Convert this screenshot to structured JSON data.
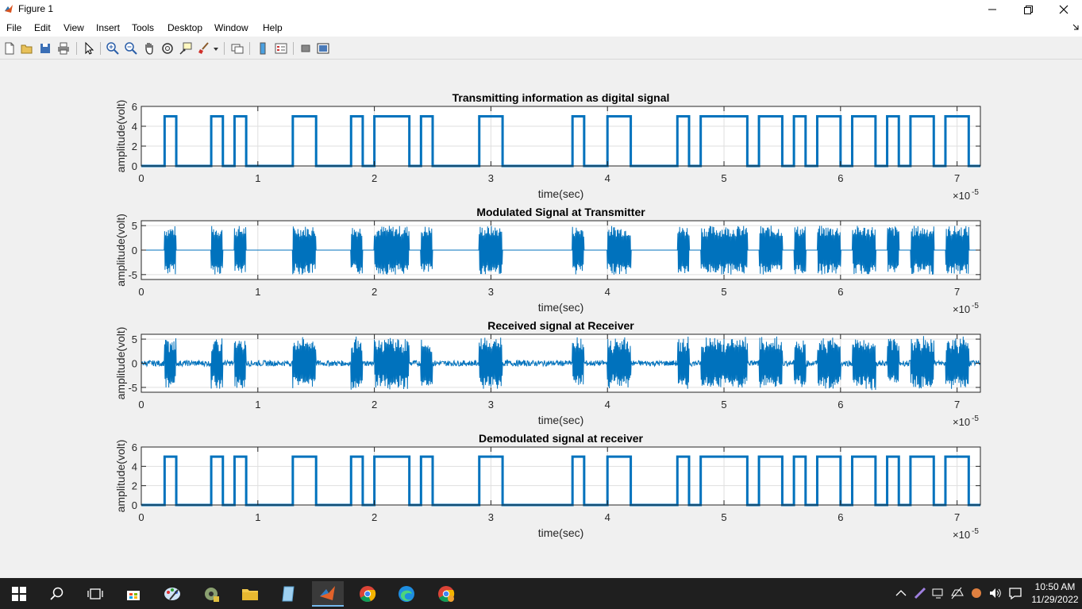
{
  "window": {
    "title": "Figure 1"
  },
  "menu": [
    "File",
    "Edit",
    "View",
    "Insert",
    "Tools",
    "Desktop",
    "Window",
    "Help"
  ],
  "toolbar_icons": [
    "new-figure-icon",
    "open-file-icon",
    "save-icon",
    "print-icon",
    "edit-plot-icon",
    "zoom-in-icon",
    "zoom-out-icon",
    "pan-icon",
    "rotate-3d-icon",
    "data-cursor-icon",
    "brush-icon",
    "link-plot-icon",
    "insert-colorbar-icon",
    "insert-legend-icon",
    "hide-plot-tools-icon",
    "show-plot-tools-icon"
  ],
  "axes_common": {
    "xlabel": "time(sec)",
    "ylabel": "amplitude(volt)",
    "x_exponent": "10",
    "x_exponent_power": "-5",
    "x_ticks": [
      "0",
      "1",
      "2",
      "3",
      "4",
      "5",
      "6",
      "7"
    ]
  },
  "chart_data": [
    {
      "type": "line",
      "title": "Transmitting information as digital signal",
      "xlabel": "time(sec)",
      "ylabel": "amplitude(volt)",
      "xlim": [
        0,
        7.2
      ],
      "ylim": [
        0,
        6
      ],
      "yticks": [
        "0",
        "2",
        "4",
        "6"
      ],
      "x_units_multiplier": "x10^-5",
      "signal": "digital",
      "bits_high_intervals_e5": [
        [
          0.2,
          0.3
        ],
        [
          0.6,
          0.7
        ],
        [
          0.8,
          0.9
        ],
        [
          1.3,
          1.5
        ],
        [
          1.8,
          1.9
        ],
        [
          2.0,
          2.3
        ],
        [
          2.4,
          2.5
        ],
        [
          2.9,
          3.1
        ],
        [
          3.7,
          3.8
        ],
        [
          4.0,
          4.2
        ],
        [
          4.6,
          4.7
        ],
        [
          4.8,
          5.2
        ],
        [
          5.3,
          5.5
        ],
        [
          5.6,
          5.7
        ],
        [
          5.8,
          6.0
        ],
        [
          6.1,
          6.3
        ],
        [
          6.4,
          6.5
        ],
        [
          6.6,
          6.8
        ],
        [
          6.9,
          7.1
        ]
      ],
      "high_value": 5,
      "low_value": 0,
      "grid": true,
      "color": "#0072BD"
    },
    {
      "type": "line",
      "title": "Modulated Signal at Transmitter",
      "xlabel": "time(sec)",
      "ylabel": "amplitude(volt)",
      "xlim": [
        0,
        7.2
      ],
      "ylim": [
        -6,
        6
      ],
      "yticks": [
        "-5",
        "0",
        "5"
      ],
      "x_units_multiplier": "x10^-5",
      "signal": "ask",
      "bits_high_intervals_e5": [
        [
          0.2,
          0.3
        ],
        [
          0.6,
          0.7
        ],
        [
          0.8,
          0.9
        ],
        [
          1.3,
          1.5
        ],
        [
          1.8,
          1.9
        ],
        [
          2.0,
          2.3
        ],
        [
          2.4,
          2.5
        ],
        [
          2.9,
          3.1
        ],
        [
          3.7,
          3.8
        ],
        [
          4.0,
          4.2
        ],
        [
          4.6,
          4.7
        ],
        [
          4.8,
          5.2
        ],
        [
          5.3,
          5.5
        ],
        [
          5.6,
          5.7
        ],
        [
          5.8,
          6.0
        ],
        [
          6.1,
          6.3
        ],
        [
          6.4,
          6.5
        ],
        [
          6.6,
          6.8
        ],
        [
          6.9,
          7.1
        ]
      ],
      "amplitude": 5,
      "grid": true,
      "color": "#0072BD"
    },
    {
      "type": "line",
      "title": "Received signal at Receiver",
      "xlabel": "time(sec)",
      "ylabel": "amplitude(volt)",
      "xlim": [
        0,
        7.2
      ],
      "ylim": [
        -6,
        6
      ],
      "yticks": [
        "-5",
        "0",
        "5"
      ],
      "x_units_multiplier": "x10^-5",
      "signal": "ask_noisy",
      "bits_high_intervals_e5": [
        [
          0.2,
          0.3
        ],
        [
          0.6,
          0.7
        ],
        [
          0.8,
          0.9
        ],
        [
          1.3,
          1.5
        ],
        [
          1.8,
          1.9
        ],
        [
          2.0,
          2.3
        ],
        [
          2.4,
          2.5
        ],
        [
          2.9,
          3.1
        ],
        [
          3.7,
          3.8
        ],
        [
          4.0,
          4.2
        ],
        [
          4.6,
          4.7
        ],
        [
          4.8,
          5.2
        ],
        [
          5.3,
          5.5
        ],
        [
          5.6,
          5.7
        ],
        [
          5.8,
          6.0
        ],
        [
          6.1,
          6.3
        ],
        [
          6.4,
          6.5
        ],
        [
          6.6,
          6.8
        ],
        [
          6.9,
          7.1
        ]
      ],
      "amplitude": 5,
      "noise_amplitude": 0.6,
      "grid": true,
      "color": "#0072BD"
    },
    {
      "type": "line",
      "title": "Demodulated signal at receiver",
      "xlabel": "time(sec)",
      "ylabel": "amplitude(volt)",
      "xlim": [
        0,
        7.2
      ],
      "ylim": [
        0,
        6
      ],
      "yticks": [
        "0",
        "2",
        "4",
        "6"
      ],
      "x_units_multiplier": "x10^-5",
      "signal": "digital",
      "bits_high_intervals_e5": [
        [
          0.2,
          0.3
        ],
        [
          0.6,
          0.7
        ],
        [
          0.8,
          0.9
        ],
        [
          1.3,
          1.5
        ],
        [
          1.8,
          1.9
        ],
        [
          2.0,
          2.3
        ],
        [
          2.4,
          2.5
        ],
        [
          2.9,
          3.1
        ],
        [
          3.7,
          3.8
        ],
        [
          4.0,
          4.2
        ],
        [
          4.6,
          4.7
        ],
        [
          4.8,
          5.2
        ],
        [
          5.3,
          5.5
        ],
        [
          5.6,
          5.7
        ],
        [
          5.8,
          6.0
        ],
        [
          6.1,
          6.3
        ],
        [
          6.4,
          6.5
        ],
        [
          6.6,
          6.8
        ],
        [
          6.9,
          7.1
        ]
      ],
      "high_value": 5,
      "low_value": 0,
      "grid": true,
      "color": "#0072BD"
    }
  ],
  "taskbar": {
    "apps": [
      "start-icon",
      "search-icon",
      "task-view-icon",
      "store-icon",
      "paint-app-icon",
      "settings-app-icon",
      "file-explorer-icon",
      "notepad-icon",
      "matlab-icon",
      "chrome-icon",
      "edge-icon",
      "chrome-profile-icon"
    ],
    "active_app": "matlab-icon",
    "clock_time": "10:50 AM",
    "clock_date": "11/29/2022"
  }
}
